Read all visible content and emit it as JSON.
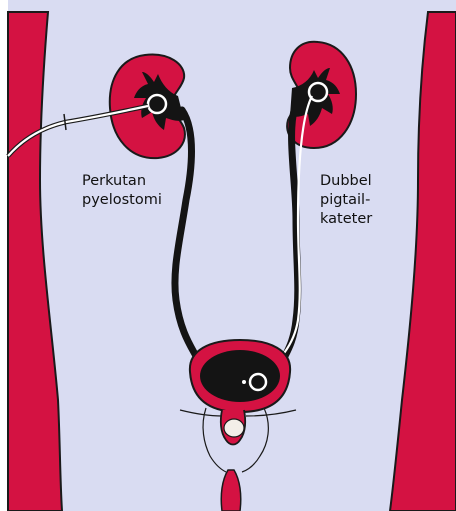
{
  "colors": {
    "background": "#d9dcf2",
    "tissue": "#d41242",
    "outline": "#1a1a1a",
    "urine": "#141414",
    "catheter": "#ffffff",
    "skin": "#f3eee8"
  },
  "labels": {
    "left": {
      "line1": "Perkutan",
      "line2": "pyelostomi"
    },
    "right": {
      "line1": "Dubbel",
      "line2": "pigtail-",
      "line3": "kateter"
    }
  }
}
